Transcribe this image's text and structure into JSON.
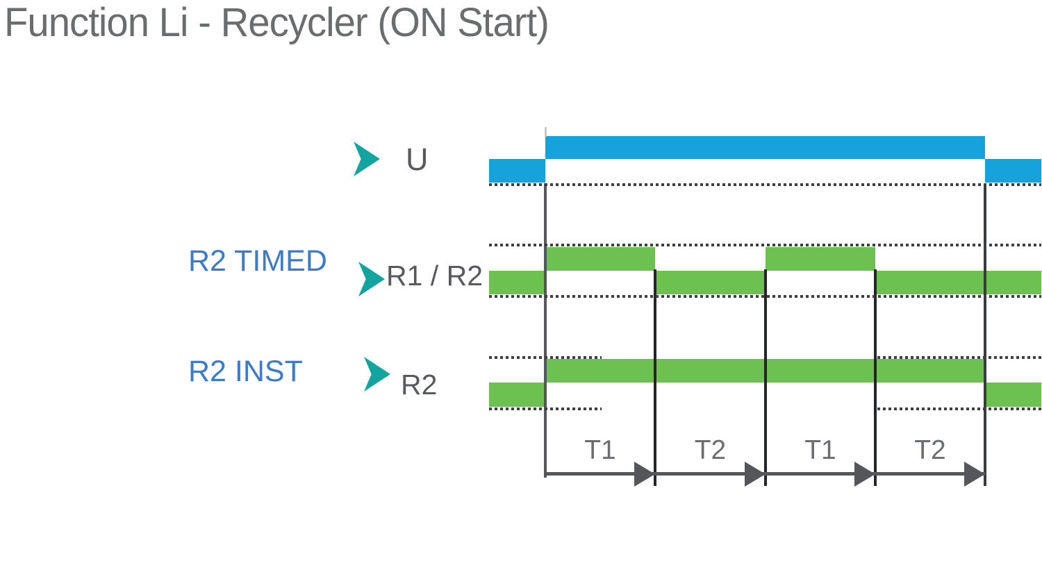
{
  "title": "Function Li - Recycler (ON Start)",
  "colors": {
    "signal_blue": "#16a3dc",
    "signal_green": "#6cc150",
    "chevron_teal": "#13a4a0",
    "side_label_blue": "#3c7bc5",
    "signal_name_gray": "#58595c",
    "title_gray": "#6a6c6e",
    "dotted_line": "#3e3f41",
    "axis_gray": "#56575a",
    "boundary_dark": "#232527",
    "boundary_gray": "#54565a"
  },
  "rows": [
    {
      "side_label": "",
      "name": "U"
    },
    {
      "side_label": "R2 TIMED",
      "name": "R1 / R2"
    },
    {
      "side_label": "R2 INST",
      "name": "R2"
    }
  ],
  "chart_data": {
    "type": "timing-diagram",
    "title": "Function Li - Recycler (ON Start)",
    "x_axis": "time",
    "interval_labels": [
      "T1",
      "T2",
      "T1",
      "T2"
    ],
    "boundaries_t": [
      0,
      1,
      2,
      3,
      4
    ],
    "signals": [
      {
        "name": "U",
        "color": "signal_blue",
        "segments": [
          {
            "t0": -0.51,
            "t1": 0,
            "level": 0
          },
          {
            "t0": 0,
            "t1": 4,
            "level": 1
          },
          {
            "t0": 4,
            "t1": 4.51,
            "level": 0
          }
        ]
      },
      {
        "name": "R1 / R2",
        "color": "signal_green",
        "segments": [
          {
            "t0": -0.51,
            "t1": 0,
            "level": 0
          },
          {
            "t0": 0,
            "t1": 1,
            "level": 1
          },
          {
            "t0": 1,
            "t1": 2,
            "level": 0
          },
          {
            "t0": 2,
            "t1": 3,
            "level": 1
          },
          {
            "t0": 3,
            "t1": 4.51,
            "level": 0
          }
        ]
      },
      {
        "name": "R2",
        "color": "signal_green",
        "segments": [
          {
            "t0": -0.51,
            "t1": 0,
            "level": 0
          },
          {
            "t0": 0,
            "t1": 4,
            "level": 1
          },
          {
            "t0": 4,
            "t1": 4.51,
            "level": 0
          }
        ]
      }
    ]
  }
}
